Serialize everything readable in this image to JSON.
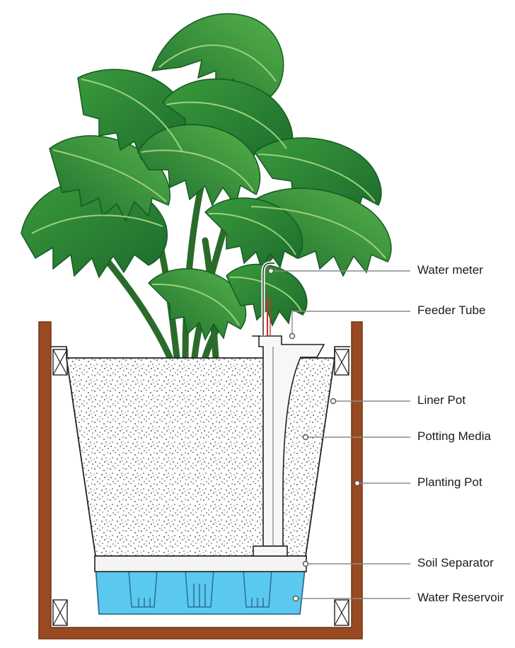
{
  "labels": {
    "water_meter": "Water meter",
    "feeder_tube": "Feeder Tube",
    "liner_pot": "Liner Pot",
    "potting_media": "Potting Media",
    "planting_pot": "Planting Pot",
    "soil_separator": "Soil Separator",
    "water_reservoir": "Water Reservoir"
  },
  "colors": {
    "planting_pot": "#9a4a22",
    "water": "#5bc8f0",
    "water_line": "#2a8fc4",
    "leaf_dark": "#1c6b2c",
    "leaf_light": "#4aa843",
    "stem": "#2a6a2a",
    "soil_dot": "#3a3a3a",
    "leader_line": "#8c8c8c",
    "meter_wire": "#c0392b"
  },
  "icons": [
    "cross-braced-spacer-icon",
    "monstera-leaf-icon",
    "soil-dot-pattern-icon"
  ]
}
